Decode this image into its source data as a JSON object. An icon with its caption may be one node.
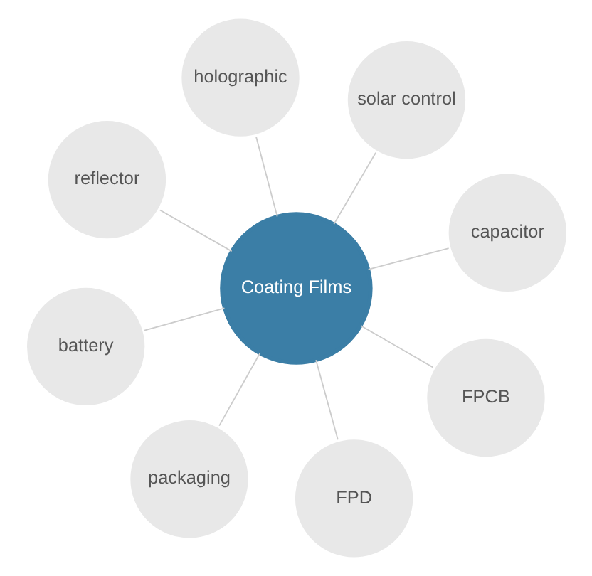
{
  "diagram": {
    "nodes": [
      {
        "text": [
          "Coating Films"
        ]
      },
      {
        "text": [
          "capacitor"
        ]
      },
      {
        "text": [
          "packaging"
        ]
      },
      {
        "text": [
          "reflector"
        ]
      },
      {
        "text": [
          "solar control"
        ]
      },
      {
        "text": [
          "holographic"
        ]
      },
      {
        "text": [
          "battery"
        ]
      },
      {
        "text": [
          "FPCB"
        ]
      },
      {
        "text": [
          "FPD"
        ]
      }
    ],
    "edges": [
      {
        "from": 0,
        "to": 1,
        "arrow": "none"
      },
      {
        "from": 0,
        "to": 2,
        "arrow": "none"
      },
      {
        "from": 0,
        "to": 3,
        "arrow": "none"
      },
      {
        "from": 0,
        "to": 4,
        "arrow": "none"
      },
      {
        "from": 0,
        "to": 5,
        "arrow": "none"
      },
      {
        "from": 0,
        "to": 6,
        "arrow": "none"
      },
      {
        "from": 0,
        "to": 7,
        "arrow": "none"
      },
      {
        "from": 0,
        "to": 8,
        "arrow": "none"
      }
    ]
  }
}
